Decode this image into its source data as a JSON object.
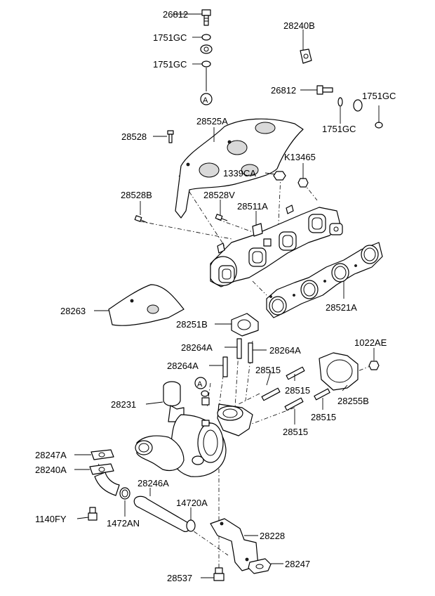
{
  "labels": {
    "p26812_top": "26812",
    "p1751gc_1": "1751GC",
    "p1751gc_2": "1751GC",
    "p28240b": "28240B",
    "p26812_mid": "26812",
    "p1751gc_3": "1751GC",
    "p1751gc_4": "1751GC",
    "ref_a_top": "A",
    "p28528": "28528",
    "p28525a": "28525A",
    "p1339ca": "1339CA",
    "pk13465": "K13465",
    "p28528b": "28528B",
    "p28528v": "28528V",
    "p28511a": "28511A",
    "p28263": "28263",
    "p28251b": "28251B",
    "p28521a": "28521A",
    "p1022ae": "1022AE",
    "p28264a_1": "28264A",
    "p28264a_2": "28264A",
    "p28264a_3": "28264A",
    "p28515_1": "28515",
    "p28515_2": "28515",
    "p28515_3": "28515",
    "p28515_4": "28515",
    "p28255b": "28255B",
    "p28231": "28231",
    "ref_a_mid": "A",
    "p28247a": "28247A",
    "p28240a": "28240A",
    "p28246a": "28246A",
    "p14720a": "14720A",
    "p1140fy": "1140FY",
    "p1472an": "1472AN",
    "p28228": "28228",
    "p28247": "28247",
    "p28537": "28537"
  }
}
